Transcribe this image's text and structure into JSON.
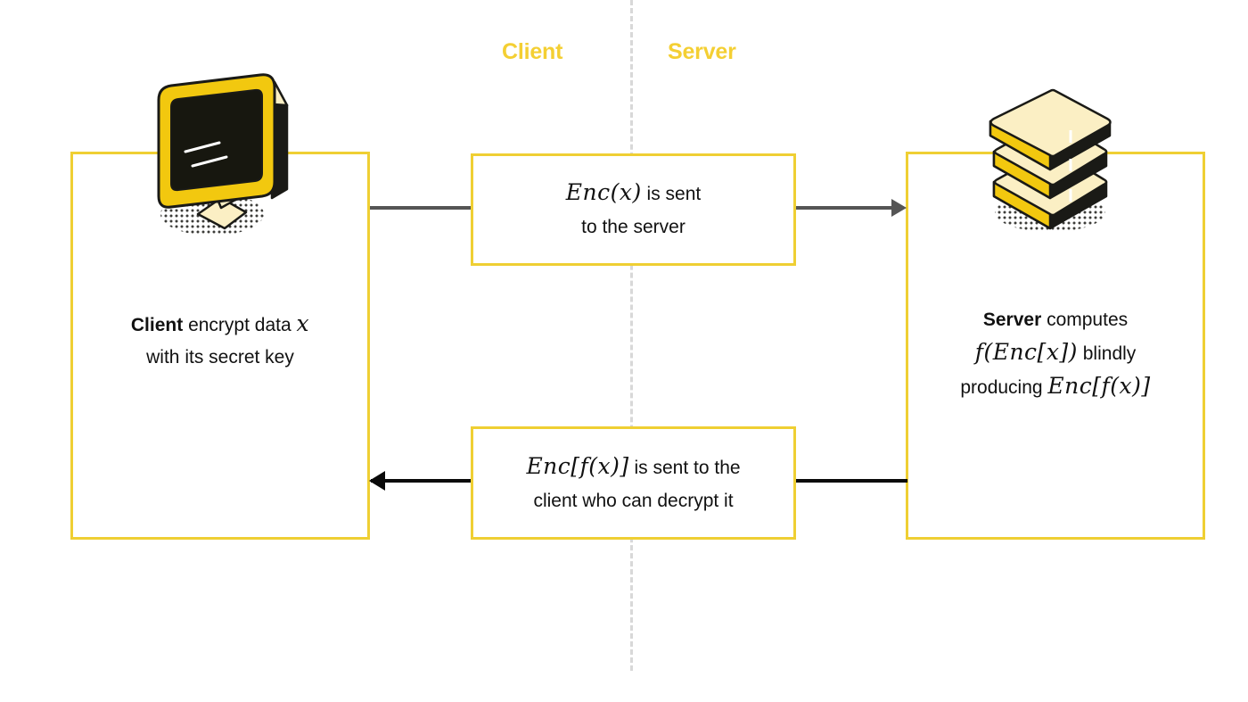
{
  "headings": {
    "client": "Client",
    "server": "Server",
    "color": "#f4cf33"
  },
  "divider": {
    "name": "client-server-boundary",
    "style": "dashed",
    "color": "#d8d8d8"
  },
  "panels": {
    "client": {
      "title_bold": "Client",
      "line1_rest": " encrypt data ",
      "line1_math": "x",
      "line2": "with its secret key",
      "border_color": "#efcf33",
      "icon": "desktop-monitor-icon"
    },
    "server": {
      "title_bold": "Server",
      "line1_rest": " computes",
      "line2_math": "f(Enc[x])",
      "line2_rest": " blindly",
      "line3_rest": "producing ",
      "line3_math": "Enc[f(x)]",
      "border_color": "#efcf33",
      "icon": "server-stack-icon"
    }
  },
  "messages": {
    "top": {
      "math": "Enc(x)",
      "line1_rest": " is sent",
      "line2": "to the server",
      "border_color": "#efcf33",
      "arrow_direction": "right",
      "arrow_color": "#555555"
    },
    "bottom": {
      "math": "Enc[f(x)]",
      "line1_rest": " is sent to the",
      "line2": "client who can decrypt it",
      "border_color": "#efcf33",
      "arrow_direction": "left",
      "arrow_color": "#0a0a0a"
    }
  },
  "palette": {
    "yellow_border": "#efcf33",
    "heading_yellow": "#f4cf33",
    "icon_gold": "#f2c80f",
    "icon_cream": "#fbefc4",
    "icon_black": "#1a1a16",
    "arrow_gray": "#555555",
    "arrow_black": "#0a0a0a",
    "background": "#ffffff"
  }
}
